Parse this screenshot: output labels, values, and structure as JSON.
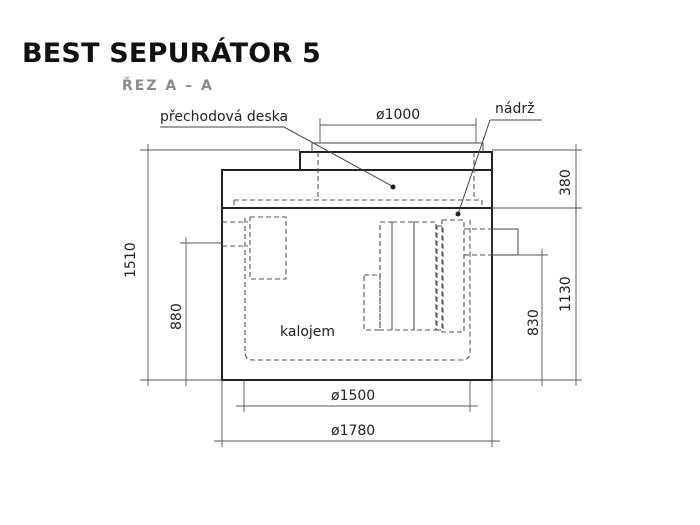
{
  "title": "BEST SEPURÁTOR 5",
  "subtitle": "ŘEZ A – A",
  "labels": {
    "plate": "přechodová deska",
    "tank": "nádrž",
    "sludge": "kalojem"
  },
  "dimensions": {
    "top_diameter": "ø1000",
    "inner_diameter": "ø1500",
    "outer_diameter": "ø1780",
    "total_height": "1510",
    "plate_height": "380",
    "outlet_height": "1130",
    "inlet_height": "880",
    "inner_height": "830"
  }
}
